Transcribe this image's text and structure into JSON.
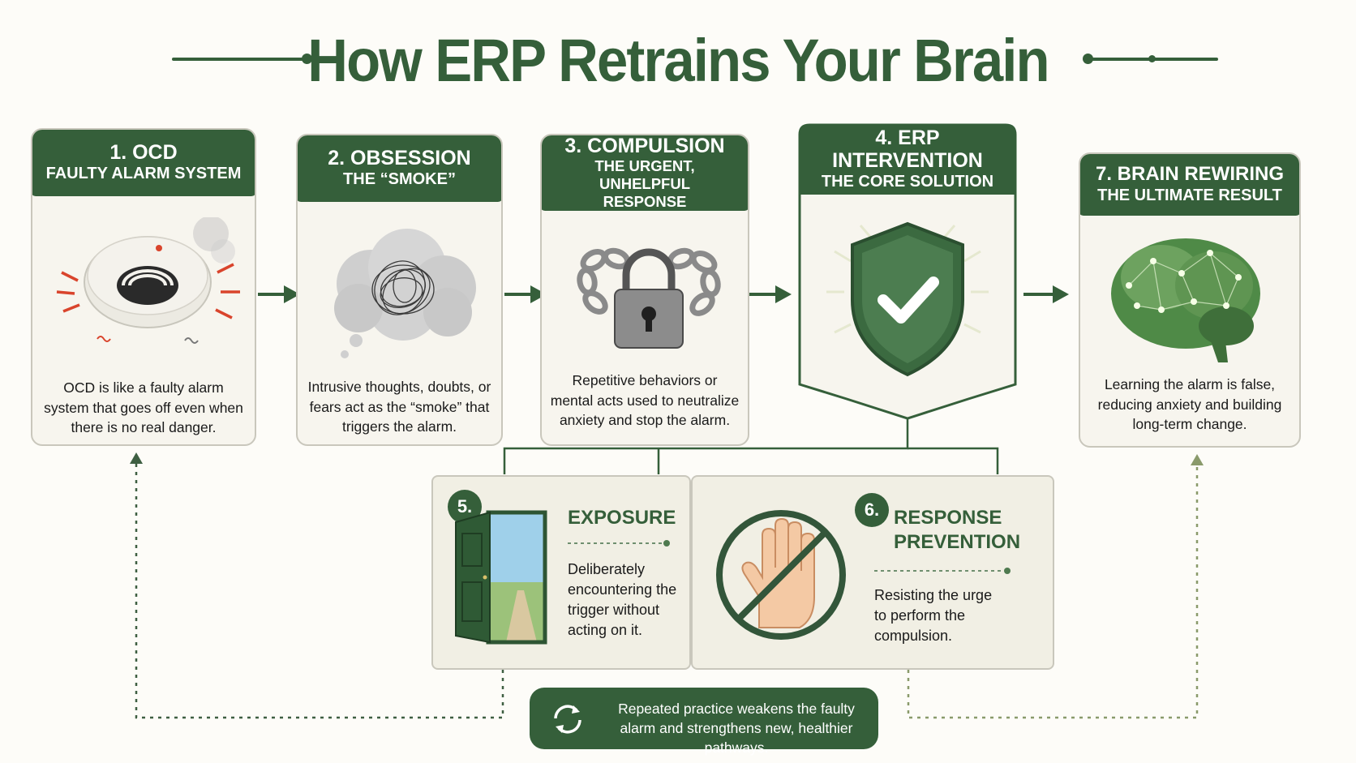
{
  "title": "How ERP Retrains Your Brain",
  "steps": [
    {
      "line1": "1. OCD",
      "line2": "FAULTY ALARM SYSTEM",
      "desc": "OCD is like a faulty alarm system that goes off even when there is no real danger."
    },
    {
      "line1": "2. OBSESSION",
      "line2": "THE “SMOKE”",
      "desc": "Intrusive thoughts, doubts, or fears act as the “smoke” that triggers the alarm."
    },
    {
      "line1": "3. COMPULSION",
      "line2": "THE URGENT, UNHELPFUL RESPONSE",
      "desc": "Repetitive behaviors or mental acts used to neutralize anxiety and stop the alarm."
    },
    {
      "line1": "4. ERP INTERVENTION",
      "line2": "THE CORE SOLUTION"
    },
    {
      "line1": "7. BRAIN REWIRING",
      "line2": "THE ULTIMATE RESULT",
      "desc": "Learning the alarm is false, reducing anxiety and building long-term change."
    }
  ],
  "exposure": {
    "number": "5.",
    "title": "EXPOSURE",
    "desc": "Deliberately encountering the trigger without acting on it."
  },
  "prevention": {
    "number": "6.",
    "title_line1": "RESPONSE",
    "title_line2": "PREVENTION",
    "desc": "Resisting the urge to perform the compulsion."
  },
  "banner": "Repeated practice weakens the faulty alarm and strengthens new, healthier pathways.",
  "colors": {
    "primary": "#355f3a",
    "card_bg": "#f7f5ee",
    "border": "#c9c7bc",
    "alarm_red": "#d9442c"
  },
  "icons": [
    "smoke-alarm-icon",
    "tangled-cloud-icon",
    "chain-padlock-icon",
    "shield-check-icon",
    "glowing-brain-icon",
    "open-door-icon",
    "stop-hand-icon",
    "cycle-arrows-icon"
  ]
}
